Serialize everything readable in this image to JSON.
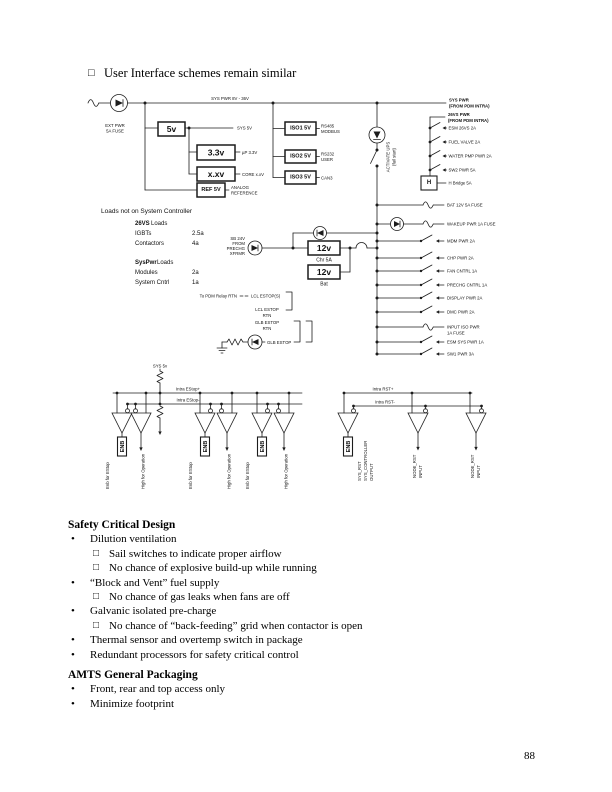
{
  "colors": {
    "ink": "#1c1c1c",
    "paper": "#ffffff"
  },
  "page": {
    "number": "88"
  },
  "intro": {
    "marker": "□",
    "text": "User Interface schemes remain similar"
  },
  "schematic": {
    "source": {
      "line1": "EXT PWR",
      "line2": "5A FUSE"
    },
    "bus_label": "SYS PWR 8V - 36V",
    "reg": {
      "v5": "5v",
      "sys5v": "SYS 5V",
      "v33": "3.3v",
      "up33": "µP 3.3V",
      "xxv": "x.xv",
      "core": "CORE x.xV",
      "ref": "REF 5V",
      "analog1": "ANALOG",
      "analog2": "REFERENCE"
    },
    "iso": {
      "b1": "ISO1 5V",
      "o1a": "RS485",
      "o1b": "MODBUS",
      "b2": "ISO2 5V",
      "o2a": "RS232",
      "o2b": "USER",
      "b3": "ISO3 5V",
      "o3a": "CAN3"
    },
    "loads_note": {
      "title": "Loads not on System Controller",
      "g1": "26VS",
      "g1b": "Loads",
      "r1": "IGBTs",
      "r1v": "2.5a",
      "r2": "Contactors",
      "r2v": "4a",
      "g2": "SysPwr",
      "g2b": "Loads",
      "r3": "Modules",
      "r3v": "2a",
      "r4": "System Cntrl",
      "r4v": "1a"
    },
    "right": {
      "sys1": "SYS PWR",
      "sys2": "(FROM PDM INTRA)",
      "v26a": "26VS PWR",
      "v26b": "(FROM PDM INTRA)",
      "sw26": [
        "ESM 26VS 2A",
        "FUEL VALVE 2A",
        "WATER PMP PWR 2A",
        "SW2 PWR 5A"
      ],
      "h": "H",
      "h_label": "H Bridge 5A",
      "ups1": "ACTIVATE UPS",
      "ups2": "(fail start)",
      "rows": [
        "BAT 12V 5A FUSE",
        "WAKEUP PWR 1A FUSE",
        "MDM PWR 2A",
        "CHP PWR 2A",
        "FAN CNTRL 1A",
        "PRECHG CNTRL 1A",
        "DISPLAY PWR 2A",
        "DMC PWR 2A",
        "INPUT ISO PWR",
        "1A FUSE",
        "ESM SYS PWR 1A",
        "SW1 PWR 3A"
      ]
    },
    "charger": {
      "sb1": "SB 24V",
      "sb2": "FROM",
      "sb3": "PRECHG",
      "sb4": "XFRMR",
      "chr": "12v",
      "chr_label": "Chr 5A",
      "bat": "12v",
      "bat_label": "Bat"
    },
    "estop": {
      "to_pdm": "To PDM Relay RTN",
      "lcl_s": "LCL ESTOP(S)",
      "lcl1": "LCL ESTOP",
      "lcl2": "RTN",
      "glb1": "GLB ESTOP",
      "glb2": "RTN",
      "glb": "GLB ESTOP"
    },
    "logic": {
      "sys5v": "SYS 5v",
      "ep": "Intra EStop+",
      "em": "Intra EStop-",
      "enb": "ENB",
      "enb_for": "Enb for EStop",
      "high_for": "High for Operation",
      "rp": "Intra RST+",
      "rm": "Intra RST-",
      "sr1": "SYS_RST",
      "sr2": "SYS_CONTROLLER",
      "sr3": "OUTPUT",
      "nr1": "NODE_RST",
      "nr2": "INPUT"
    }
  },
  "safety": {
    "title": "Safety Critical Design",
    "items": [
      {
        "level": 1,
        "marker": "•",
        "text": "Dilution ventilation"
      },
      {
        "level": 2,
        "marker": "□",
        "text": "Sail switches to indicate proper airflow"
      },
      {
        "level": 2,
        "marker": "□",
        "text": "No chance of explosive build-up while running"
      },
      {
        "level": 1,
        "marker": "•",
        "text": "“Block and Vent” fuel supply"
      },
      {
        "level": 2,
        "marker": "□",
        "text": "No chance of gas leaks when fans are off"
      },
      {
        "level": 1,
        "marker": "•",
        "text": "Galvanic isolated pre-charge"
      },
      {
        "level": 2,
        "marker": "□",
        "text": "No chance of “back-feeding” grid when contactor is open"
      },
      {
        "level": 1,
        "marker": "•",
        "text": "Thermal sensor and overtemp switch in package"
      },
      {
        "level": 1,
        "marker": "•",
        "text": "Redundant processors for safety critical control"
      }
    ]
  },
  "amts": {
    "title": "AMTS General Packaging",
    "items": [
      {
        "marker": "•",
        "text": "Front, rear and top access only"
      },
      {
        "marker": "•",
        "text": "Minimize footprint"
      }
    ]
  }
}
